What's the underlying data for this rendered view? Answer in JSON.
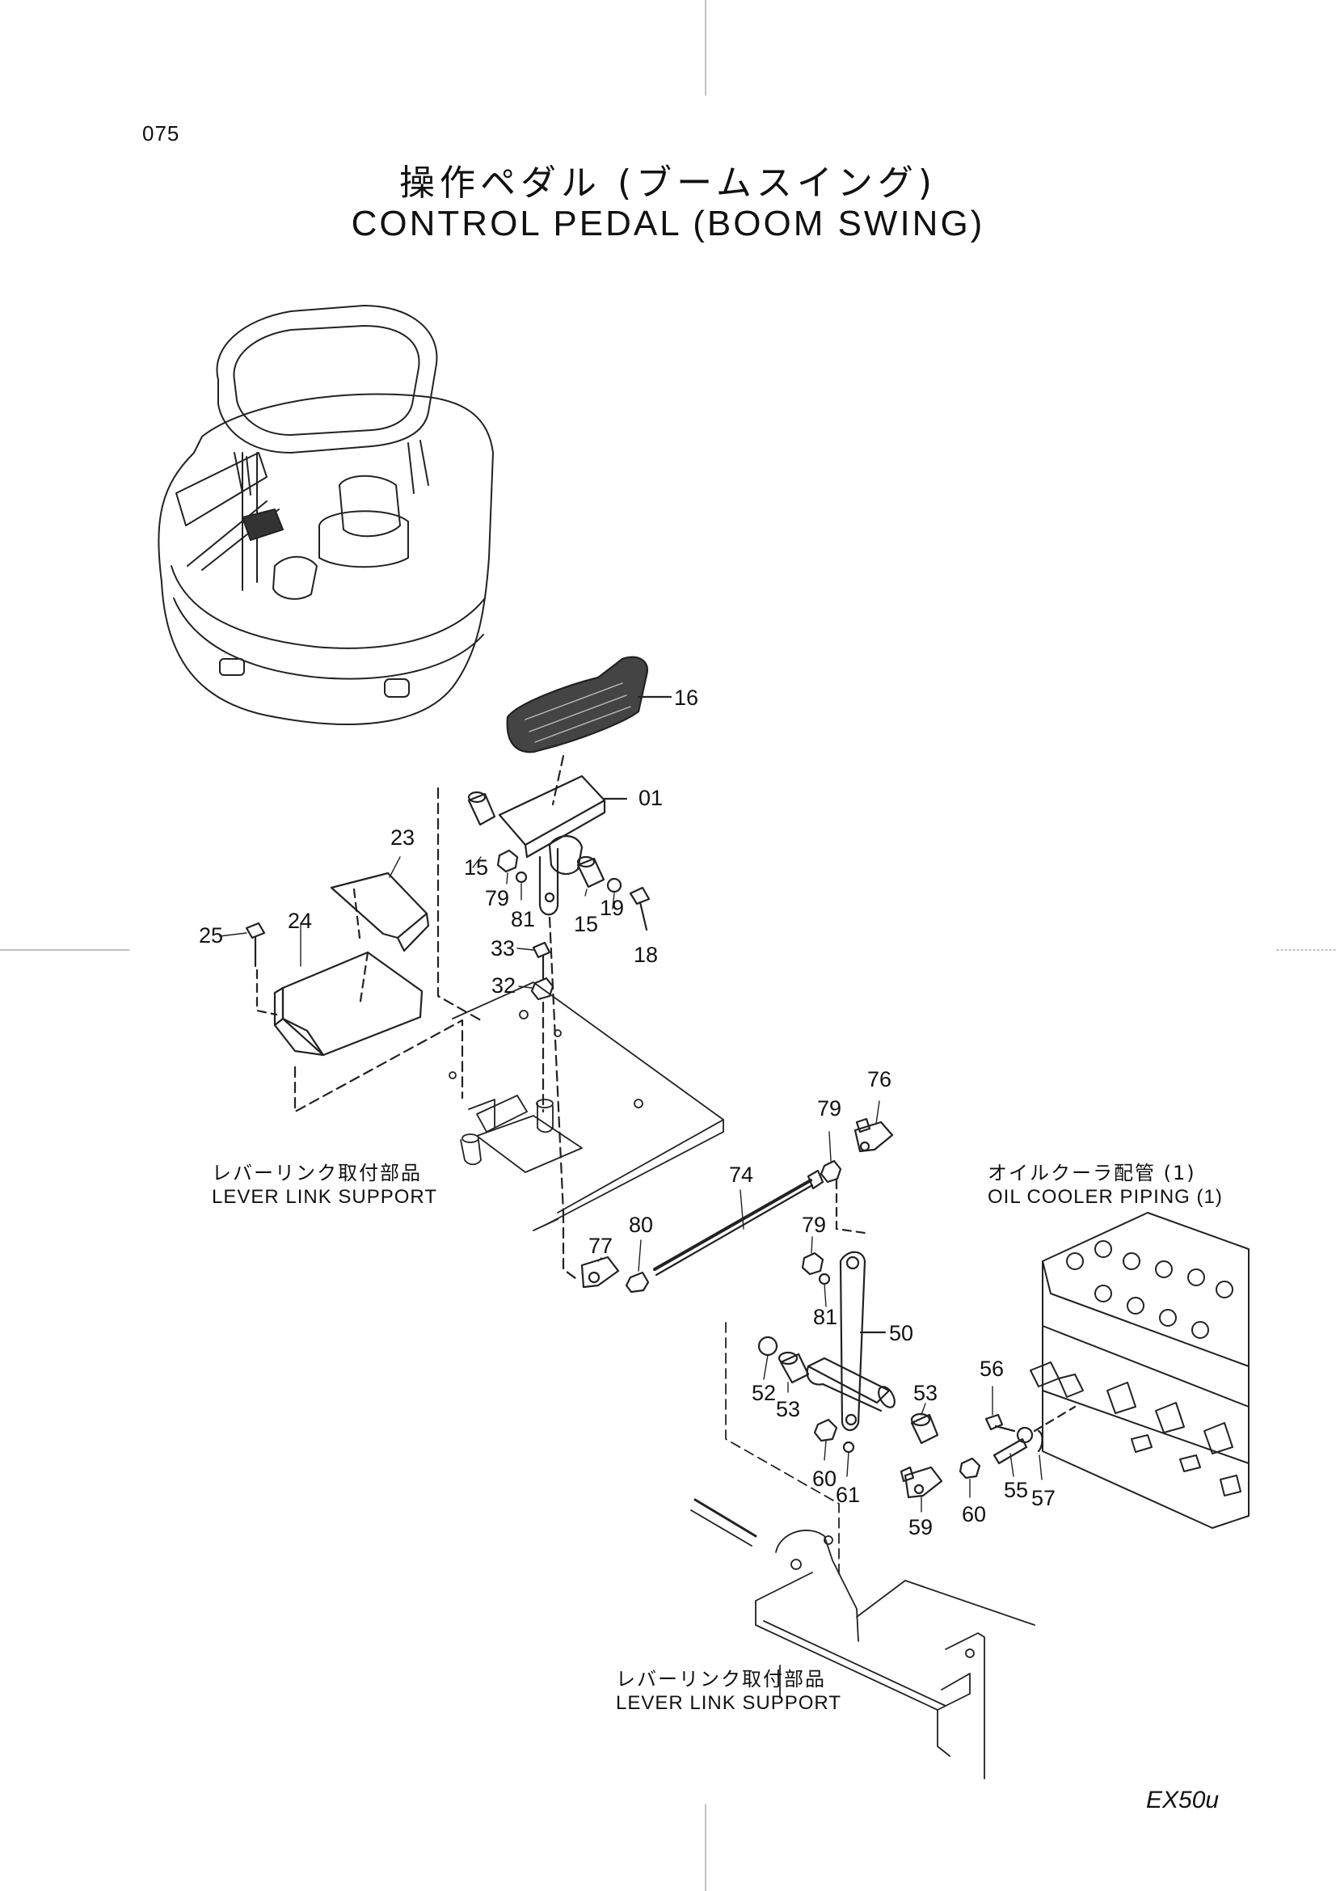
{
  "page": {
    "number": "075",
    "title_jp": "操作ペダル (ブームスイング)",
    "title_en": "CONTROL PEDAL (BOOM SWING)",
    "model": "EX50u"
  },
  "references": {
    "lever_link_support_1": {
      "jp": "レバーリンク取付部品",
      "en": "LEVER LINK SUPPORT"
    },
    "lever_link_support_2": {
      "jp": "レバーリンク取付部品",
      "en": "LEVER LINK SUPPORT"
    },
    "oil_cooler_piping": {
      "jp": "オイルクーラ配管 (1)",
      "en": "OIL COOLER PIPING (1)"
    }
  },
  "callouts": [
    "16",
    "01",
    "23",
    "24",
    "25",
    "15",
    "79",
    "81",
    "15",
    "19",
    "18",
    "33",
    "32",
    "76",
    "79",
    "74",
    "80",
    "77",
    "79",
    "81",
    "50",
    "52",
    "53",
    "53",
    "56",
    "60",
    "61",
    "55",
    "57",
    "59",
    "60"
  ]
}
